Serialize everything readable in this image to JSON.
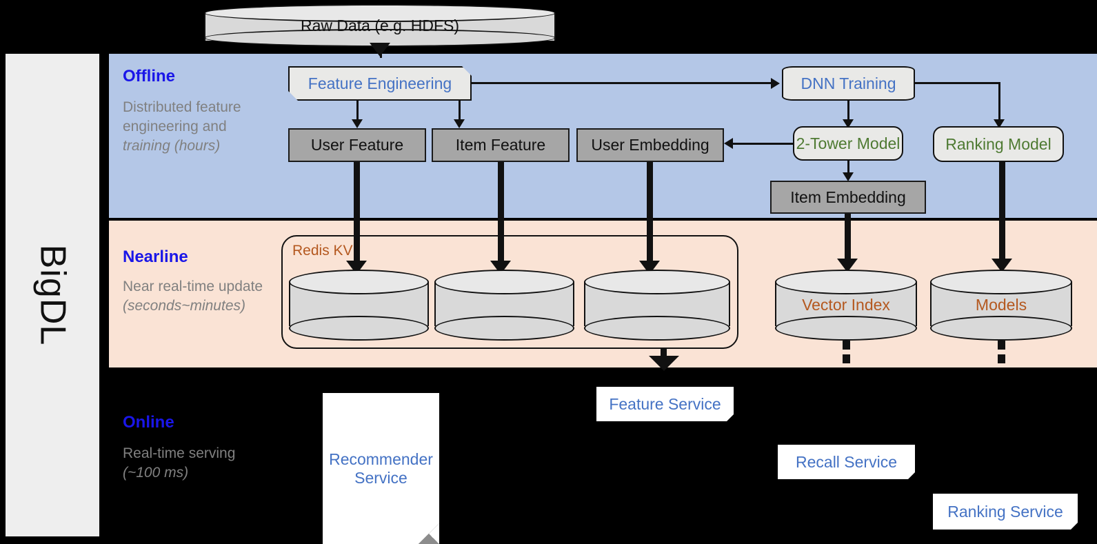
{
  "brand": {
    "name": "BigDL"
  },
  "bands": [
    {
      "key": "offline",
      "title": "Offline",
      "subtitle": "Distributed feature engineering and ",
      "subtitle_em": "training (hours)",
      "bg": "#b4c7e7"
    },
    {
      "key": "nearline",
      "title": "Nearline",
      "subtitle": "Near real-time update\n",
      "subtitle_em": "(seconds~minutes)",
      "bg": "#fae3d5"
    },
    {
      "key": "online",
      "title": "Online",
      "subtitle": "Real-time serving\n",
      "subtitle_em": "(~100 ms)",
      "bg": "#000000"
    }
  ],
  "source": {
    "label": "Raw Data (e.g. HDFS)"
  },
  "offline": {
    "feature_engineering": "Feature Engineering",
    "dnn_training": "DNN Training",
    "two_tower_model": "2-Tower Model",
    "ranking_model": "Ranking Model",
    "user_feature": "User Feature",
    "item_feature": "Item Feature",
    "user_embedding": "User Embedding",
    "item_embedding": "Item Embedding"
  },
  "nearline": {
    "redis_label": "Redis KV",
    "stores": [
      {
        "label": ""
      },
      {
        "label": ""
      },
      {
        "label": ""
      }
    ],
    "vector_index": "Vector Index",
    "models": "Models"
  },
  "online": {
    "recommender_service": "Recommender Service",
    "feature_service": "Feature Service",
    "recall_service": "Recall Service",
    "ranking_service": "Ranking Service"
  },
  "colors": {
    "offline_bg": "#b4c7e7",
    "nearline_bg": "#fae3d5",
    "online_bg": "#000000",
    "band_title": "#1a16e8",
    "band_sub": "#808080",
    "blue_text": "#4472c4",
    "green_text": "#4e7a32",
    "orange_text": "#b4581f",
    "gray_box": "#a6a6a6",
    "light_box": "#e9e9e7",
    "rail_bg": "#eeeeee"
  }
}
